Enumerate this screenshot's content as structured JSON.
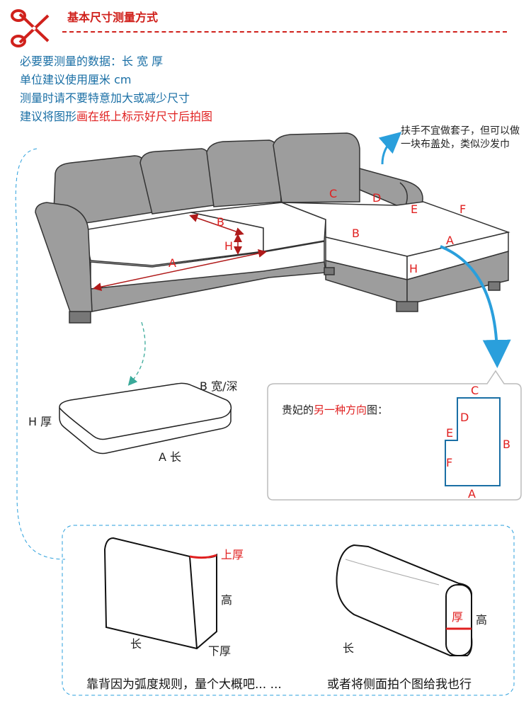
{
  "header": {
    "title": "基本尺寸测量方式"
  },
  "instructions": {
    "line1": "必要要测量的数据：长 宽 厚",
    "line2": "单位建议使用厘米 cm",
    "line3": "测量时请不要特意加大或减少尺寸",
    "line4_prefix": "建议将图形",
    "line4_highlight": "画在纸上标示好尺寸后拍图"
  },
  "sofa": {
    "labels": {
      "a": "A",
      "b": "B",
      "h": "H",
      "c": "C",
      "d": "D",
      "e": "E",
      "f": "F"
    },
    "armrest_note_line1": "扶手不宜做套子，但可以做",
    "armrest_note_line2": "一块布盖处，类似沙发巾"
  },
  "cushion": {
    "label_b": "B 宽/深",
    "label_h": "H 厚",
    "label_a": "A 长"
  },
  "alt_view": {
    "prefix": "贵妃的",
    "highlight": "另一种方向",
    "suffix": "图：",
    "labels": {
      "c": "C",
      "d": "D",
      "e": "E",
      "f": "F",
      "b": "B",
      "a": "A"
    }
  },
  "backrest": {
    "left": {
      "top_thickness": "上厚",
      "height": "高",
      "length": "长",
      "bottom_thickness": "下厚",
      "caption": "靠背因为弧度规则，量个大概吧... ..."
    },
    "right": {
      "thickness": "厚",
      "height": "高",
      "length": "长",
      "caption": "或者将侧面拍个图给我也行"
    }
  },
  "colors": {
    "accent_red": "#e02020",
    "accent_blue": "#1a6fa5",
    "arrow_blue": "#2a9fdc",
    "sofa_gray": "#9d9d9d"
  }
}
